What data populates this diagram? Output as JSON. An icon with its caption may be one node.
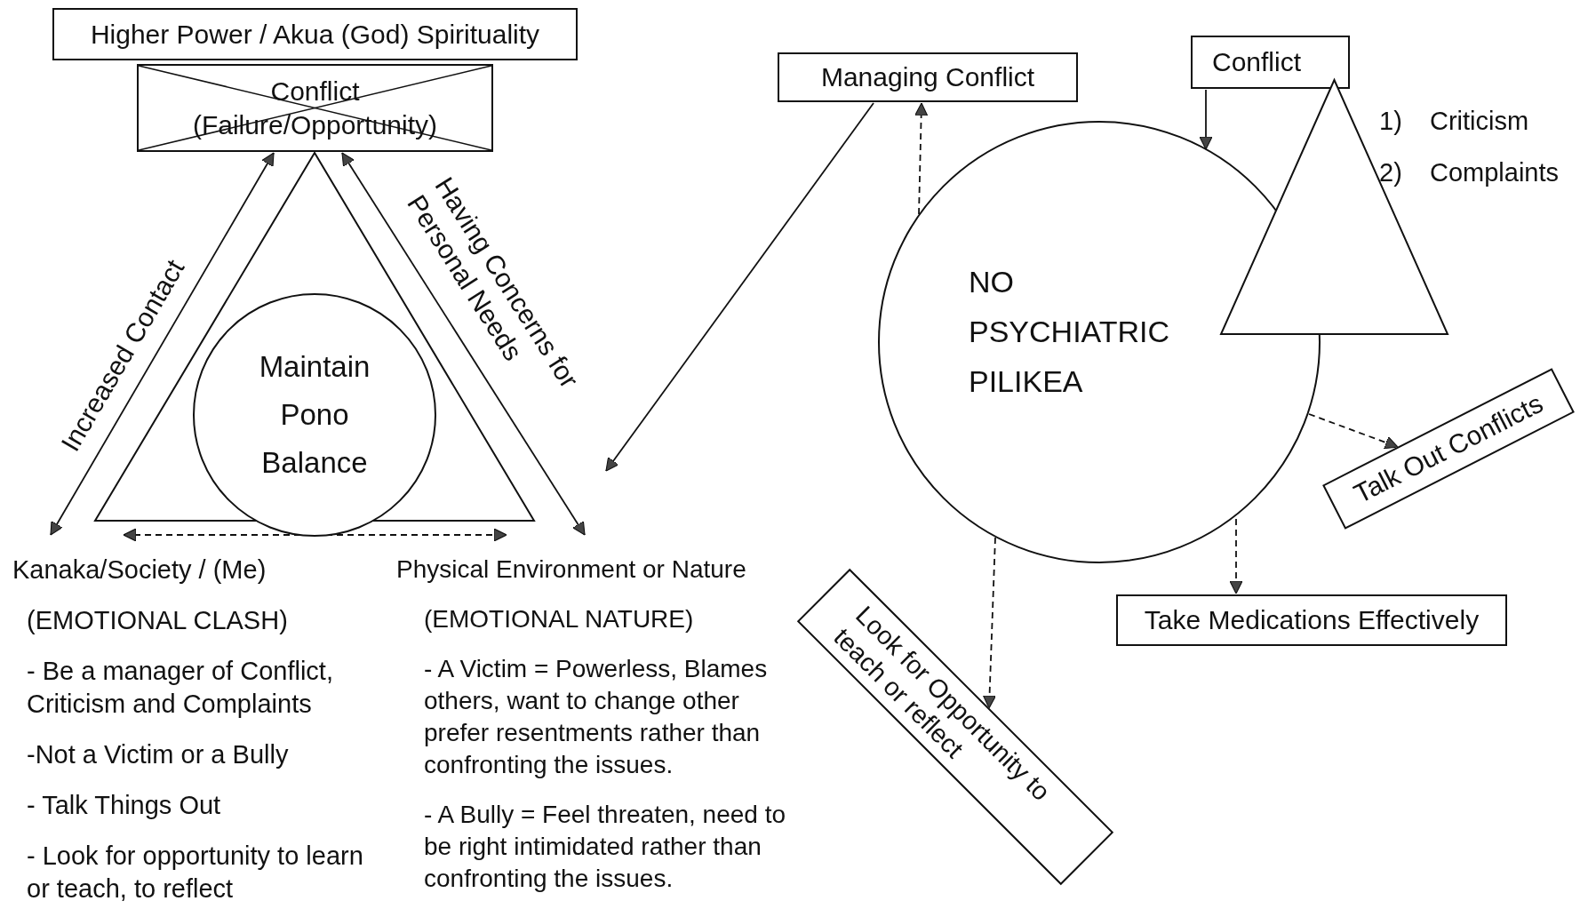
{
  "diagram": {
    "nodes": [
      {
        "text": [
          "Higher Power / Akua (God) Spirituality"
        ]
      },
      {
        "text": [
          "Conflict (Failure/Opportunity)"
        ]
      },
      {
        "text": [],
        "shape": "triangle"
      },
      {
        "text": [
          "Maintain Pono Balance"
        ],
        "in": 2
      },
      {
        "text": [
          "Kanaka/Society / (Me)",
          "(EMOTIONAL CLASH)",
          "- Be a manager of Conflict, Criticism and Complaints",
          "-Not a Victim or a Bully",
          "- Talk Things Out",
          "- Look for opportunity to learn or teach, to reflect"
        ]
      },
      {
        "text": [
          "Physical Environment or Nature",
          "(EMOTIONAL NATURE)",
          "- A Victim = Powerless, Blames others, want to change other prefer resentments rather than confronting the issues.",
          "- A Bully = Feel threaten, need to be right intimidated rather than confronting the issues."
        ]
      },
      {
        "text": [
          "Managing Conflict"
        ]
      },
      {
        "text": [
          "Conflict"
        ]
      },
      {
        "text": [
          "NO PSYCHIATRIC PILIKEA"
        ]
      },
      {
        "text": [],
        "shape": "triangle"
      },
      {
        "text": [
          "Talk Out Conflicts"
        ]
      },
      {
        "text": [
          "Take Medications Effectively"
        ]
      },
      {
        "text": [
          "Look for Opportunity to teach or reflect"
        ]
      }
    ],
    "edges": [
      {
        "from": 1,
        "to": 4,
        "arrow": "both",
        "label": "Increased Contact"
      },
      {
        "from": 1,
        "to": 5,
        "arrow": "both",
        "label": "Having Concerns for Personal Needs"
      },
      {
        "from": 4,
        "to": 5,
        "arrow": "both",
        "style": "dashed"
      },
      {
        "from": 6,
        "to": null,
        "arrow": "to"
      },
      {
        "from": 8,
        "to": 6,
        "arrow": "to",
        "style": "dashed"
      },
      {
        "from": 7,
        "to": 8,
        "arrow": "to"
      },
      {
        "from": 8,
        "to": 10,
        "arrow": "to",
        "style": "dashed"
      },
      {
        "from": 8,
        "to": 11,
        "arrow": "to",
        "style": "dashed"
      },
      {
        "from": 8,
        "to": 12,
        "arrow": "to",
        "style": "dashed"
      }
    ],
    "labels": [
      "1)",
      "Criticism",
      "2)",
      "Complaints"
    ]
  }
}
